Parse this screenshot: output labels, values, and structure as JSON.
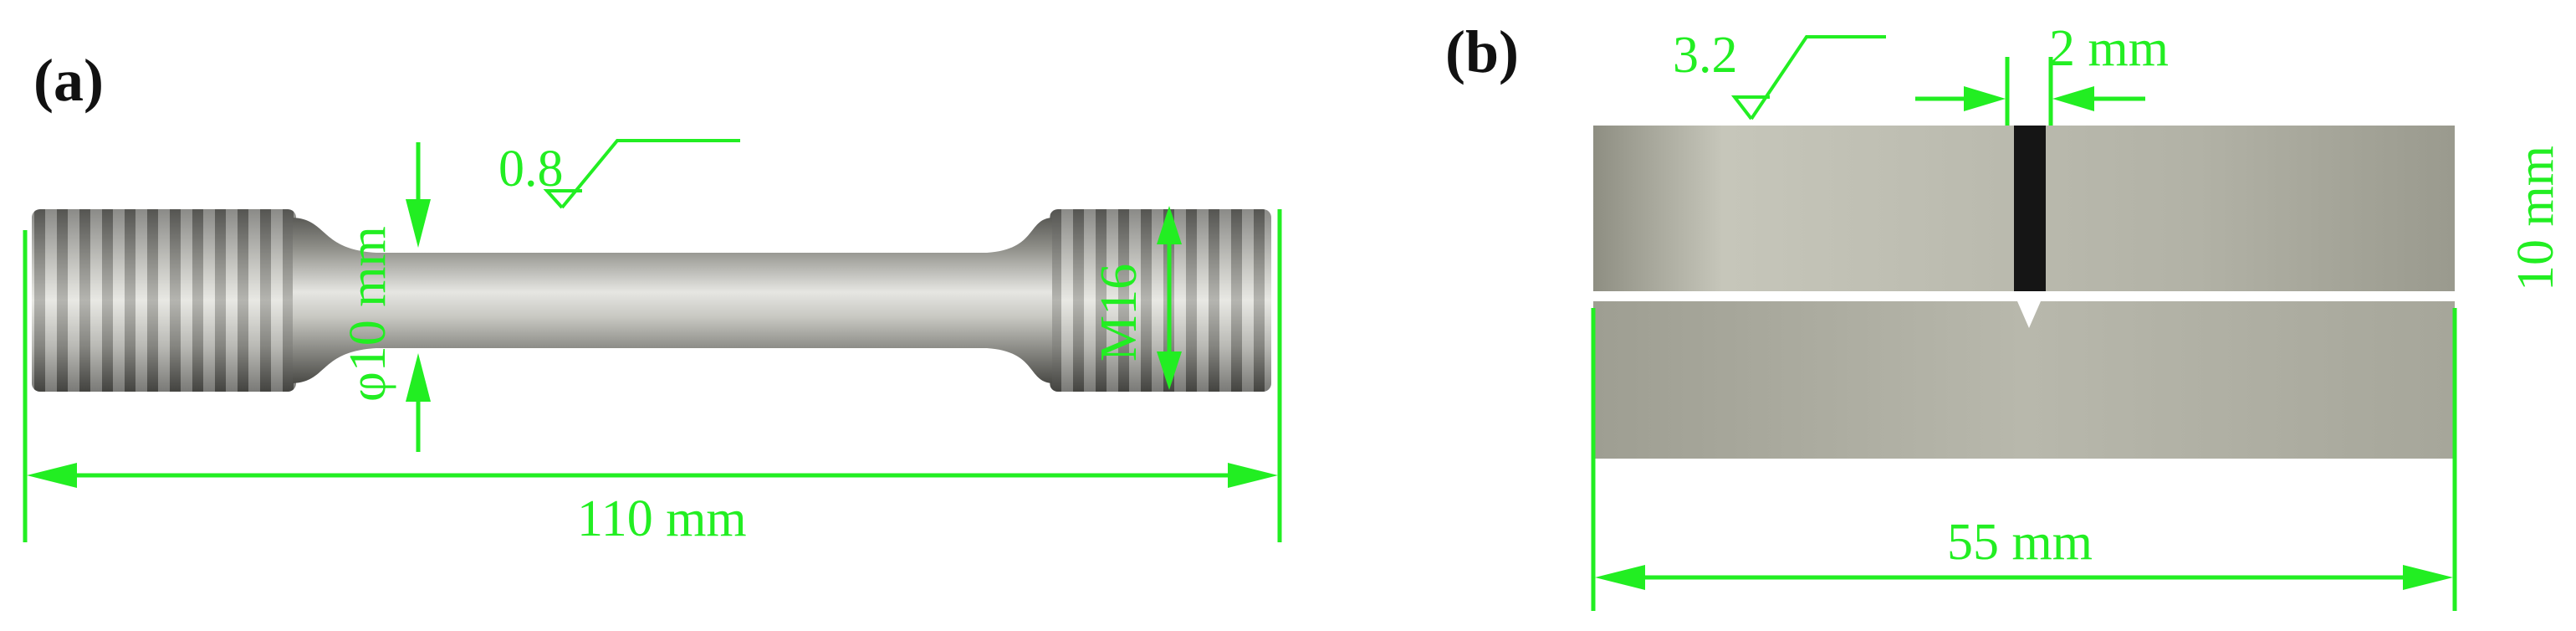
{
  "colors": {
    "dimension": "#22ee22",
    "metal_light": "#d2d2ce",
    "metal_mid": "#a8a8a2",
    "metal_dark": "#5e5e5a",
    "plate": "#b0b0a4",
    "notch": "#151515",
    "label": "#111111"
  },
  "panel_a": {
    "label": "(a)",
    "length": "110 mm",
    "diameter": "φ10 mm",
    "thread": "M16",
    "roughness": "0.8"
  },
  "panel_b": {
    "label": "(b)",
    "roughness": "3.2",
    "notch_width": "2 mm",
    "thickness": "10 mm",
    "length": "55 mm"
  },
  "icons": {
    "arrow": "arrow-icon",
    "roughness": "surface-roughness-icon"
  }
}
